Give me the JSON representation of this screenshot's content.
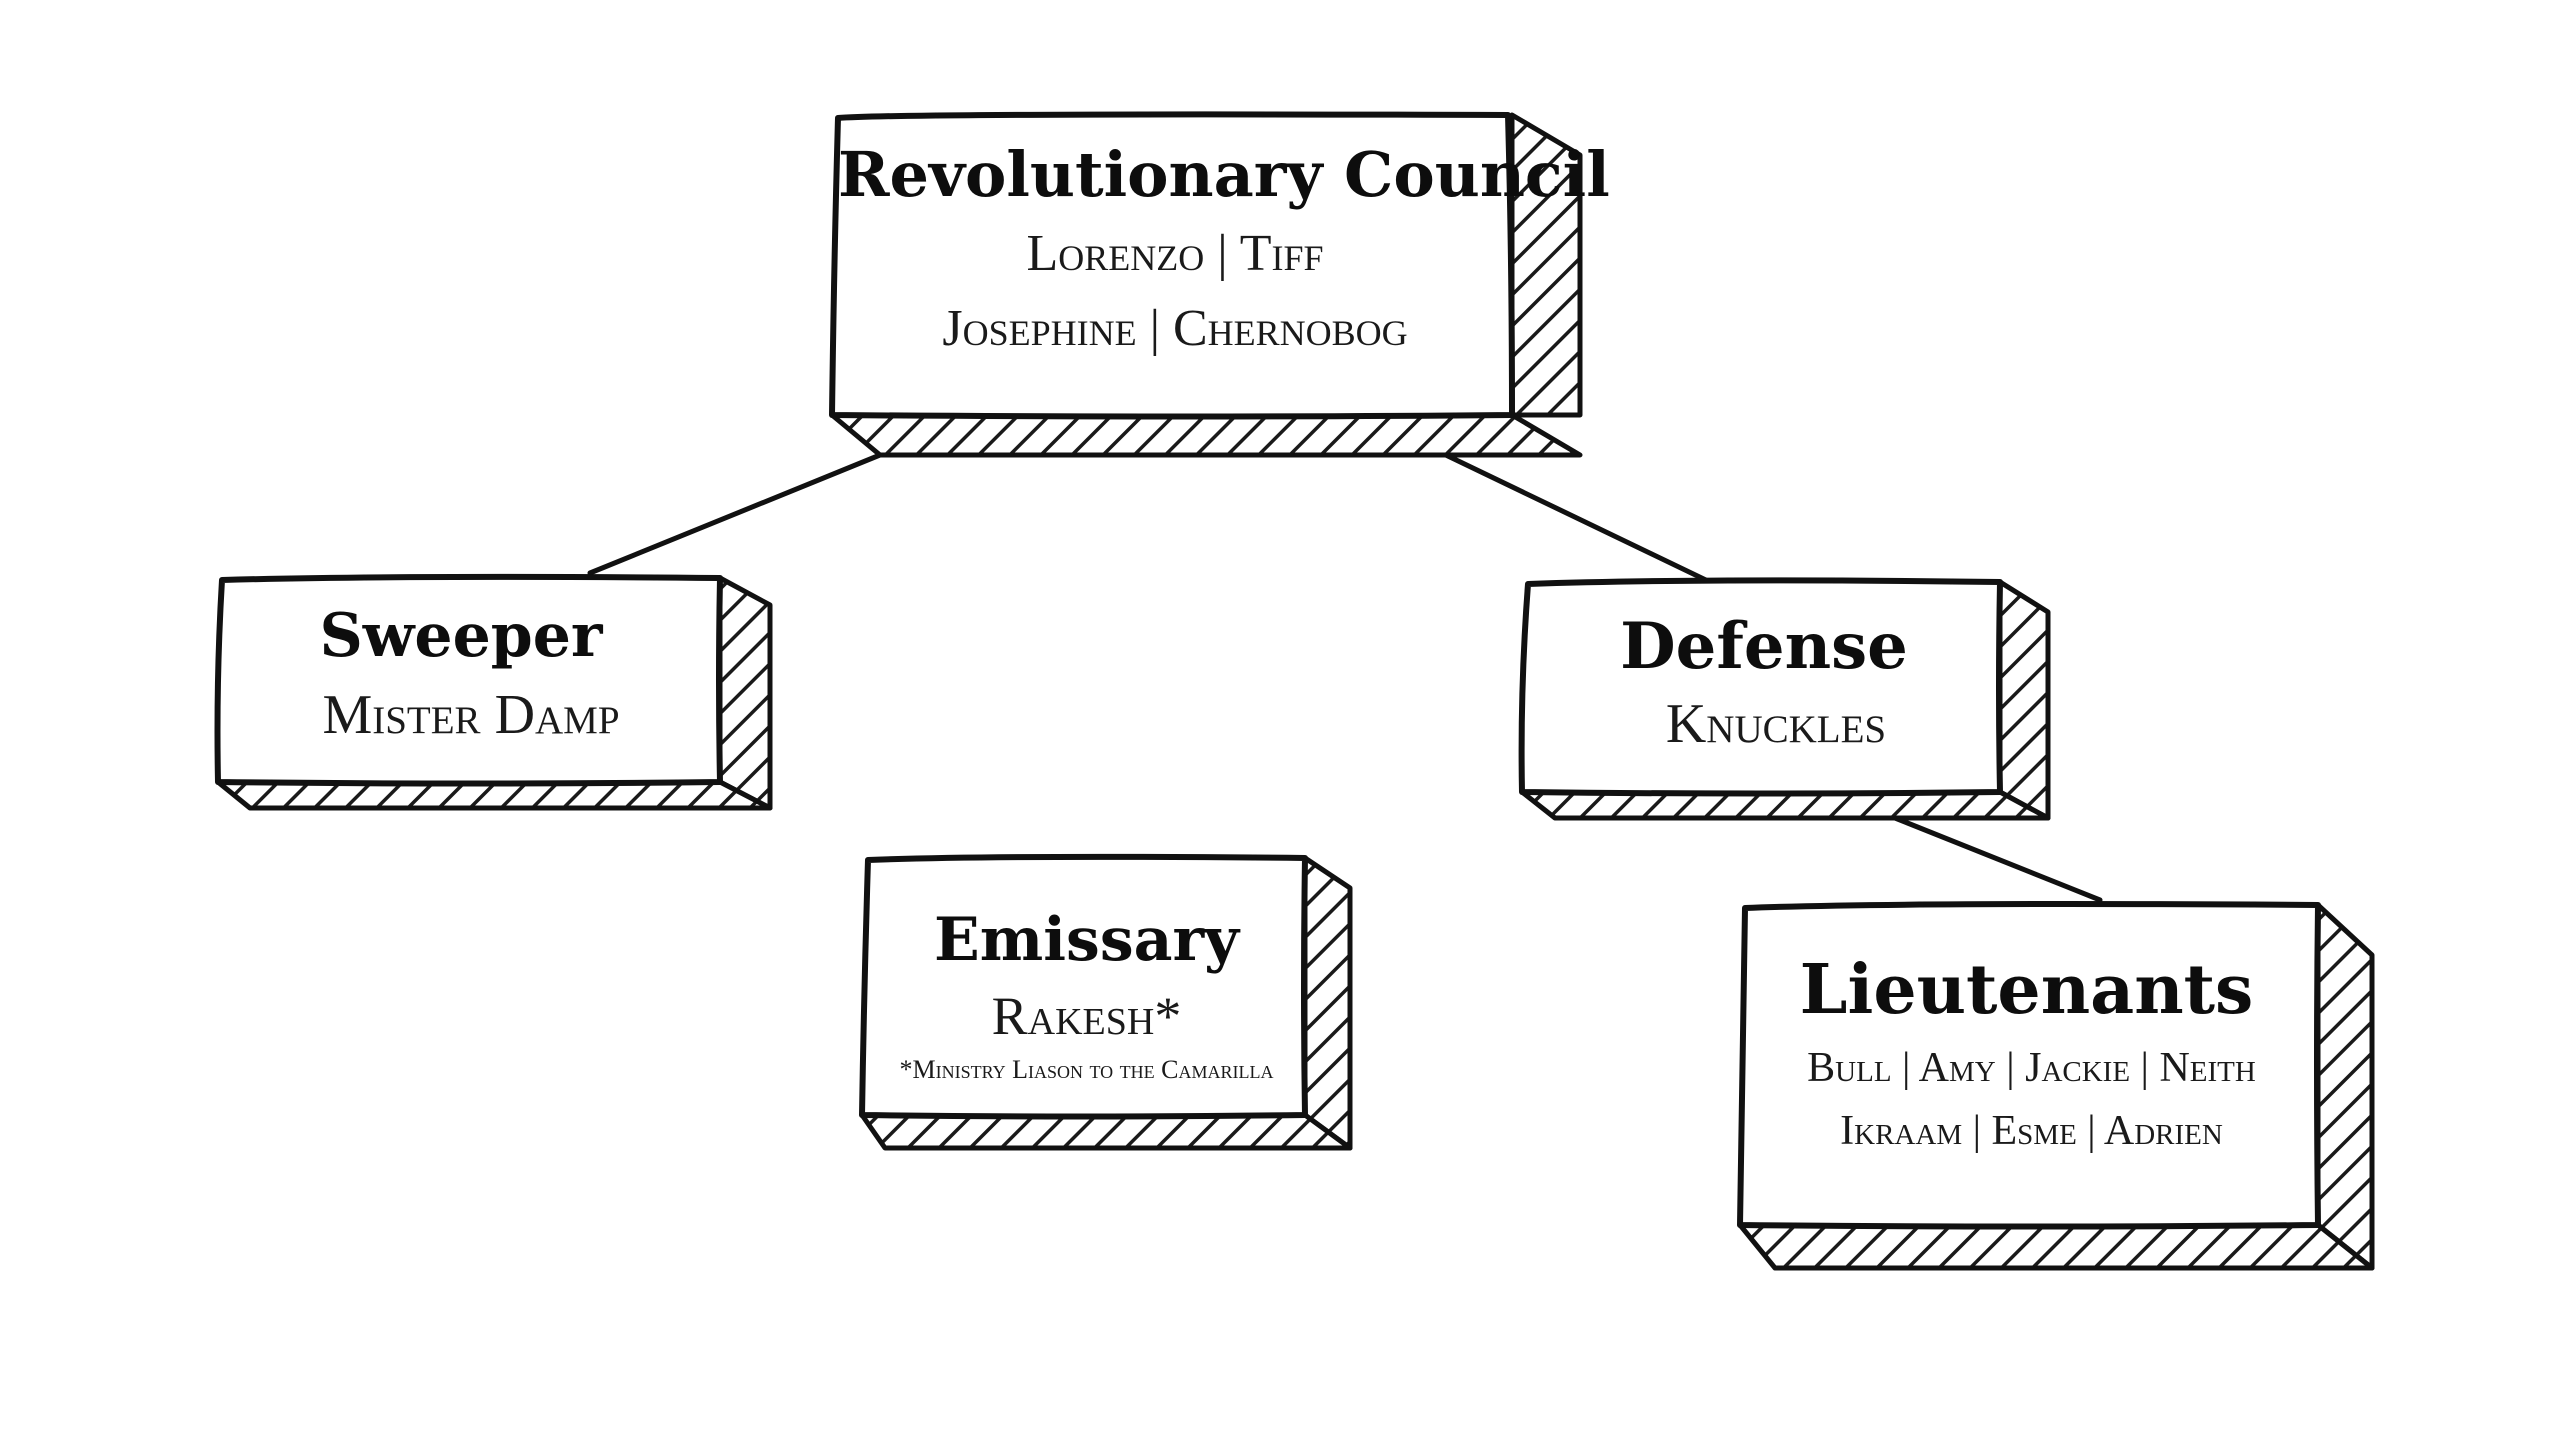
{
  "diagram": {
    "colors": {
      "ink": "#111111",
      "background": "#ffffff",
      "box_fill": "#ffffff"
    },
    "nodes": {
      "council": {
        "title": "Revolutionary Council",
        "line1": "Lorenzo | Tiff",
        "line2": "Josephine | Chernobog"
      },
      "sweeper": {
        "title": "Sweeper",
        "line1": "Mister Damp"
      },
      "defense": {
        "title": "Defense",
        "line1": "Knuckles"
      },
      "emissary": {
        "title": "Emissary",
        "line1": "Rakesh*",
        "note": "*Ministry Liason to the Camarilla"
      },
      "lieutenants": {
        "title": "Lieutenants",
        "line1": "Bull | Amy | Jackie | Neith",
        "line2": "Ikraam | Esme | Adrien"
      }
    },
    "edges": [
      {
        "from": "council",
        "to": "sweeper"
      },
      {
        "from": "council",
        "to": "defense"
      },
      {
        "from": "defense",
        "to": "lieutenants"
      }
    ]
  }
}
